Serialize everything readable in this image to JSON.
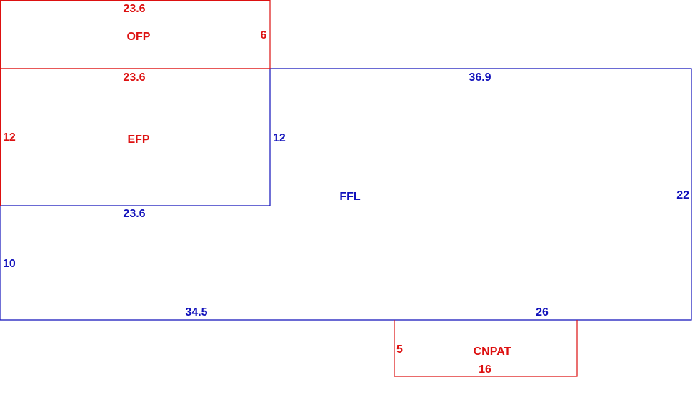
{
  "colors": {
    "red": "#dd1111",
    "blue": "#1111bb"
  },
  "areas": {
    "ofp": {
      "label": "OFP",
      "top_dim": "23.6",
      "right_dim": "6"
    },
    "efp": {
      "label": "EFP",
      "top_dim": "23.6",
      "left_dim": "12"
    },
    "ffl": {
      "label": "FFL",
      "efp_right_dim": "12",
      "top_dim": "36.9",
      "right_dim": "22",
      "notch_dim": "23.6",
      "left_dim": "10",
      "bottom_left_dim": "34.5",
      "bottom_right_dim": "26"
    },
    "cnpat": {
      "label": "CNPAT",
      "left_dim": "5",
      "bottom_dim": "16"
    }
  }
}
